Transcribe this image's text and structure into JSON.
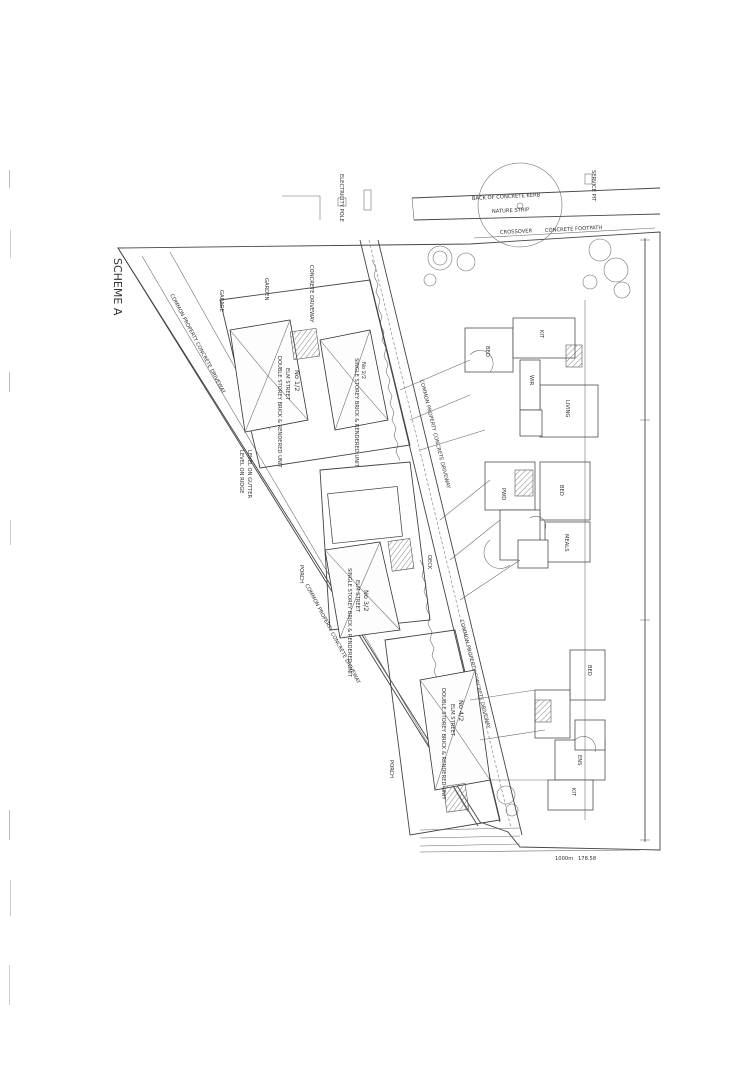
{
  "sheet": {
    "title": "SCHEME A"
  },
  "street_labels": [
    "BACK OF CONCRETE KERB",
    "NATURE STRIP",
    "CONCRETE FOOTPATH",
    "ELECTRICITY POLE",
    "SERVICE PIT",
    "CROSSOVER"
  ],
  "common_property": [
    "COMMON PROPERTY CONCRETE DRIVEWAY",
    "COMMON PROPERTY CONCRETE DRIVEWAY"
  ],
  "units": [
    {
      "name": "No 1/2",
      "address": "ELM STREET",
      "desc": "DOUBLE STOREY BRICK & RENDERED UNIT"
    },
    {
      "name": "No 2/2",
      "address": "ELM STREET",
      "desc": "SINGLE STOREY BRICK & RENDERED UNIT"
    },
    {
      "name": "No 3/2",
      "address": "ELM STREET",
      "desc": "SINGLE STOREY BRICK & RENDERED UNIT"
    },
    {
      "name": "No 4/2",
      "address": "ELM STREET",
      "desc": "DOUBLE STOREY BRICK & RENDERED UNIT"
    }
  ],
  "misc_labels": [
    "GARAGE",
    "GARDEN",
    "PORCH",
    "DECK",
    "LEVEL ON RIDGE",
    "LEVEL ON GUTTER",
    "BED",
    "KIT",
    "LIVING",
    "MEALS",
    "WIR",
    "PWD",
    "ENS"
  ],
  "dimensions": [
    "1000m",
    "178.58"
  ]
}
